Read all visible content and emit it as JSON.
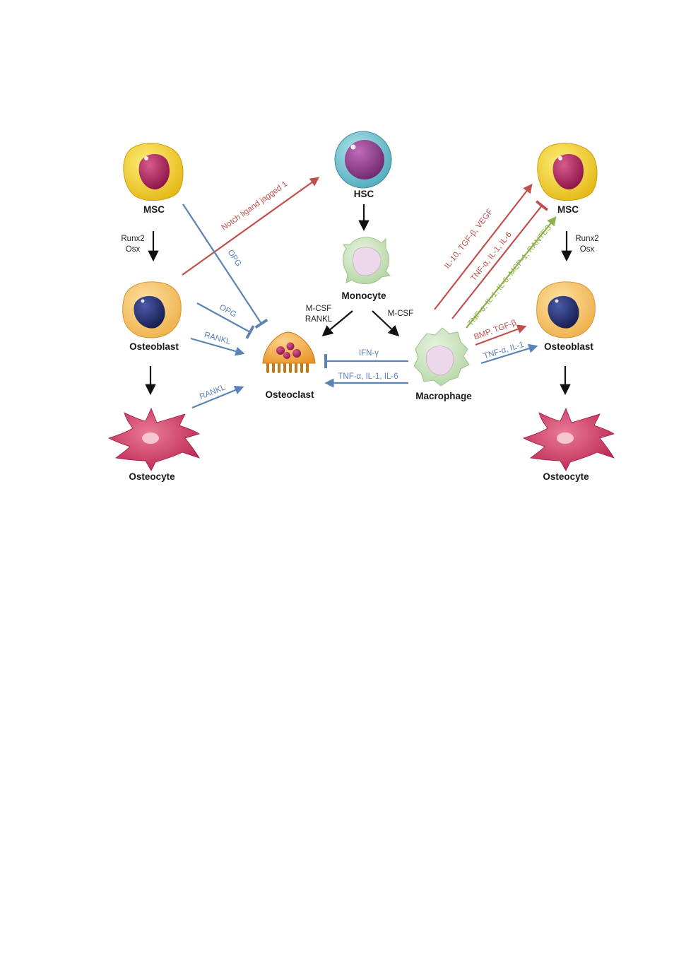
{
  "cells": {
    "msc_left": "MSC",
    "osteoblast_left": "Osteoblast",
    "osteocyte_left": "Osteocyte",
    "hsc": "HSC",
    "monocyte": "Monocyte",
    "osteoclast": "Osteoclast",
    "macrophage": "Macrophage",
    "msc_right": "MSC",
    "osteoblast_right": "Osteoblast",
    "osteocyte_right": "Osteocyte"
  },
  "labels": {
    "runx2_left": "Runx2",
    "osx_left": "Osx",
    "runx2_right": "Runx2",
    "osx_right": "Osx",
    "notch": "Notch ligand jagged 1",
    "opg_long": "OPG",
    "opg_short": "OPG",
    "rankl_osteoblast": "RANKL",
    "rankl_osteocyte": "RANKL",
    "mcsf_left": "M-CSF",
    "rankl_monocyte": "RANKL",
    "mcsf_right": "M-CSF",
    "ifn": "IFN-γ",
    "tnf_osteoclast": "TNF-α, IL-1, IL-6",
    "il10": "IL-10, TGF-β, VEGF",
    "tnf_inhibit": "TNF-α, IL-1, IL-6",
    "tnf_green": "TNF-α, IL-1, IL-6, MCP-1, RANTES",
    "bmp": "BMP, TGF-β",
    "tnf_osteoblast": "TNF-α, IL-1"
  },
  "colors": {
    "activation_black": "#111111",
    "blue": "#5b83b5",
    "red": "#c0504d",
    "green": "#8db04a",
    "msc_body": "#f2d22a",
    "msc_nucleus": "#a8205c",
    "osteoblast_body": "#f5c56a",
    "osteoblast_nucleus": "#1f2a66",
    "osteocyte": "#cc2f5a",
    "hsc_body": "#6cc3d1",
    "hsc_nucleus": "#8b3f8a",
    "monocyte_body": "#cfe6c4",
    "osteoclast_body": "#f2a63a"
  }
}
